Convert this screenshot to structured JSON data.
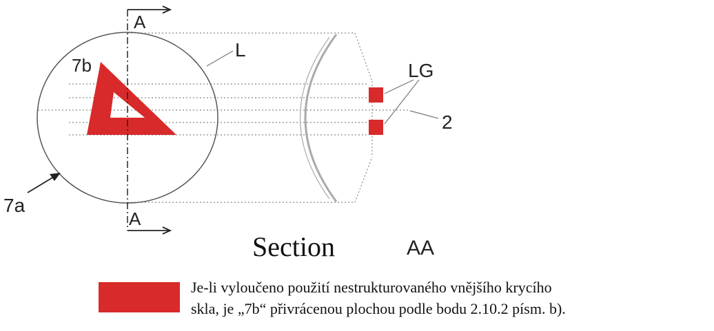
{
  "colors": {
    "accent": "#d82a2a",
    "line": "#444444",
    "dotted": "#999999"
  },
  "labels": {
    "section_top": "A",
    "section_bottom": "A",
    "triangle": "7b",
    "circle": "7a",
    "lens": "L",
    "light_guides": "LG",
    "axis": "2",
    "caption_word": "Section",
    "caption_code": "AA"
  },
  "legend": {
    "line1": "Je-li vyloučeno použití nestrukturovaného vnějšího krycího",
    "line2": "skla, je „7b“ přivrácenou plochou podle bodu 2.10.2 písm. b)."
  }
}
